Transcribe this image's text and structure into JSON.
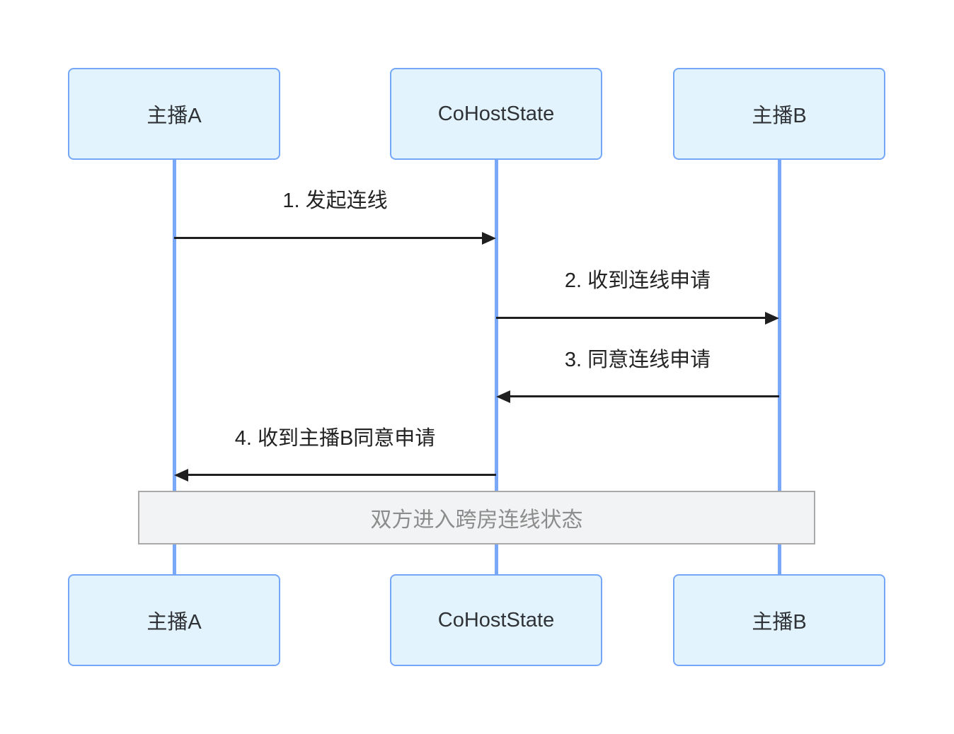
{
  "diagram": {
    "type": "sequence-diagram",
    "participants": [
      {
        "id": "host-a",
        "label": "主播A"
      },
      {
        "id": "cohoststate",
        "label": "CoHostState"
      },
      {
        "id": "host-b",
        "label": "主播B"
      }
    ],
    "messages": [
      {
        "order": 1,
        "label": "1. 发起连线",
        "from": "host-a",
        "to": "cohoststate",
        "direction": "right"
      },
      {
        "order": 2,
        "label": "2. 收到连线申请",
        "from": "cohoststate",
        "to": "host-b",
        "direction": "right"
      },
      {
        "order": 3,
        "label": "3. 同意连线申请",
        "from": "host-b",
        "to": "cohoststate",
        "direction": "left"
      },
      {
        "order": 4,
        "label": "4. 收到主播B同意申请",
        "from": "cohoststate",
        "to": "host-a",
        "direction": "left"
      }
    ],
    "note": {
      "label": "双方进入跨房连线状态"
    },
    "colors": {
      "participant_fill": "#e3f3fd",
      "participant_border": "#74a7f8",
      "lifeline": "#79a8f8",
      "message_line": "#1f1f1f",
      "message_text": "#222222",
      "note_fill": "#f2f3f4",
      "note_border": "#a9a9a9",
      "note_text": "#8c8c8c",
      "participant_text": "#2f3337",
      "background": "#ffffff"
    }
  }
}
